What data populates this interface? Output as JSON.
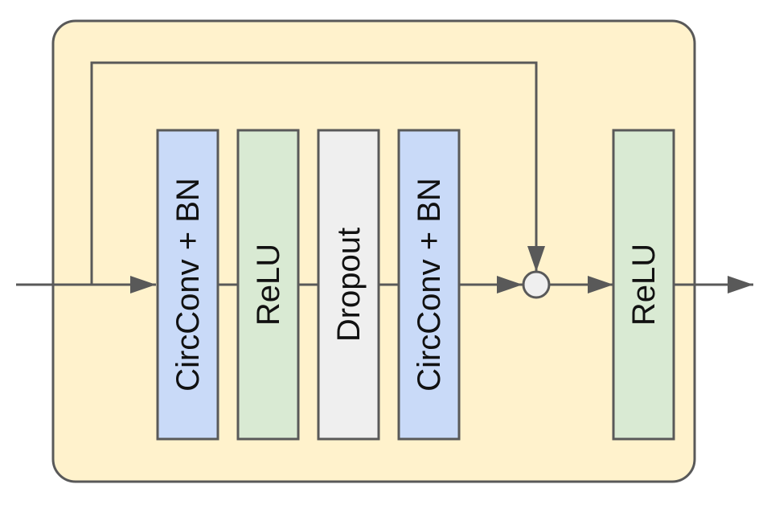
{
  "blocks": [
    {
      "id": "circconv-bn-1",
      "label": "CircConv + BN",
      "fill": "#c9daf8"
    },
    {
      "id": "relu-1",
      "label": "ReLU",
      "fill": "#d9ead3"
    },
    {
      "id": "dropout",
      "label": "Dropout",
      "fill": "#efefef"
    },
    {
      "id": "circconv-bn-2",
      "label": "CircConv + BN",
      "fill": "#c9daf8"
    },
    {
      "id": "relu-2",
      "label": "ReLU",
      "fill": "#d9ead3"
    }
  ],
  "colors": {
    "container_fill": "#fff2cc",
    "stroke": "#595959",
    "add_node_fill": "#efefef"
  }
}
